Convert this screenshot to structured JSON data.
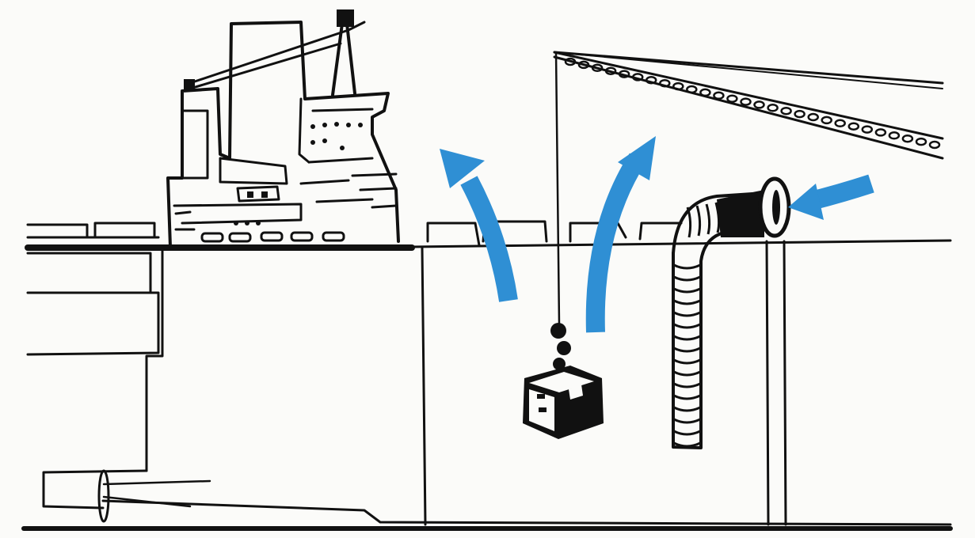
{
  "image": {
    "subject": "ship",
    "icons": [
      "ship-superstructure-icon",
      "crane-icon",
      "hook-icon",
      "cargo-box-icon",
      "ventilation-duct-icon",
      "propeller-icon"
    ],
    "colors": {
      "ink": "#111111",
      "background": "#fbfbf9",
      "arrow": "#2f8fd4"
    },
    "arrows": [
      {
        "name": "air-out-arrow-left",
        "direction": "up"
      },
      {
        "name": "air-out-arrow-right",
        "direction": "up"
      },
      {
        "name": "air-in-arrow",
        "direction": "left"
      }
    ]
  }
}
